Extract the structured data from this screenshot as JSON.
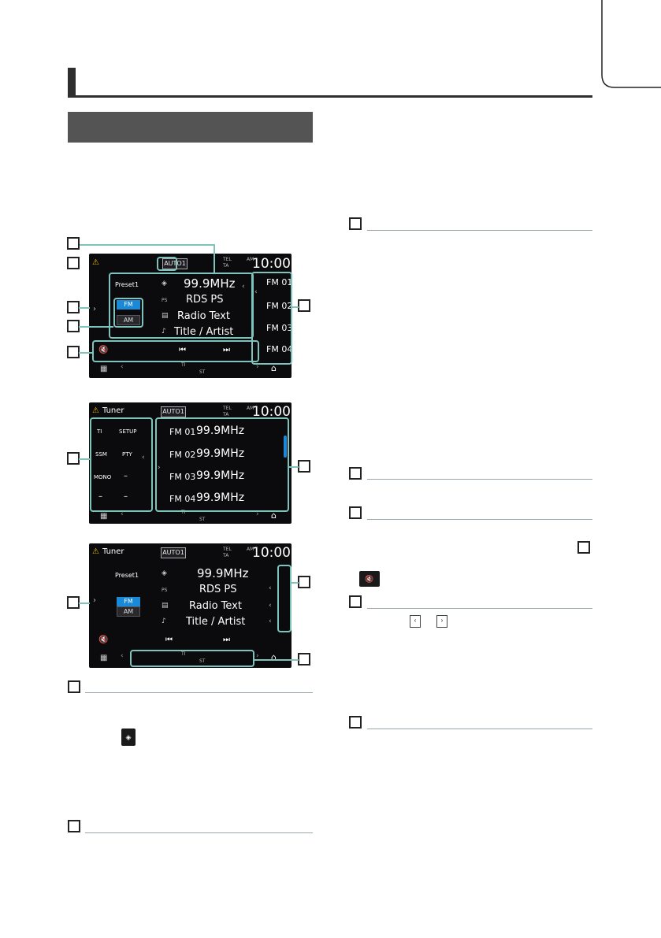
{
  "screen": {
    "title": "Tuner",
    "auto_label": "AUTO1",
    "clock": "10:00",
    "band_indicator": "AM",
    "ti_label": "TEL",
    "ta_label": "TA",
    "preset": "Preset1",
    "frequency": "99.9MHz",
    "ps_label": "PS",
    "rds_ps": "RDS PS",
    "radio_text": "Radio Text",
    "title_artist": "Title / Artist",
    "fm_label": "FM",
    "am_label": "AM",
    "footer_ti": "TI",
    "footer_st": "ST"
  },
  "preset_short": [
    "FM 01",
    "FM 02",
    "FM 03",
    "FM 04"
  ],
  "preset_list": [
    {
      "name": "FM 01",
      "freq": "99.9MHz"
    },
    {
      "name": "FM 02",
      "freq": "99.9MHz"
    },
    {
      "name": "FM 03",
      "freq": "99.9MHz"
    },
    {
      "name": "FM 04",
      "freq": "99.9MHz"
    }
  ],
  "function_panel": {
    "ti": "TI",
    "setup": "SETUP",
    "ssm": "SSM",
    "pty": "PTY",
    "mono": "MONO",
    "dash": "–"
  }
}
